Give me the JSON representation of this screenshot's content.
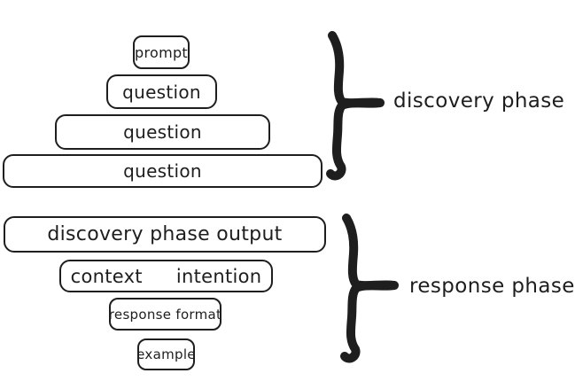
{
  "diagram": {
    "background_color": "#ffffff",
    "stroke_color": "#1e1e1e",
    "discovery": {
      "label": "discovery phase",
      "boxes": [
        "prompt",
        "question",
        "question",
        "question"
      ]
    },
    "response": {
      "label": "response phase",
      "output_box": "discovery phase output",
      "context_word": "context",
      "intention_word": "intention",
      "format_box": "response format",
      "example_box": "example"
    }
  }
}
